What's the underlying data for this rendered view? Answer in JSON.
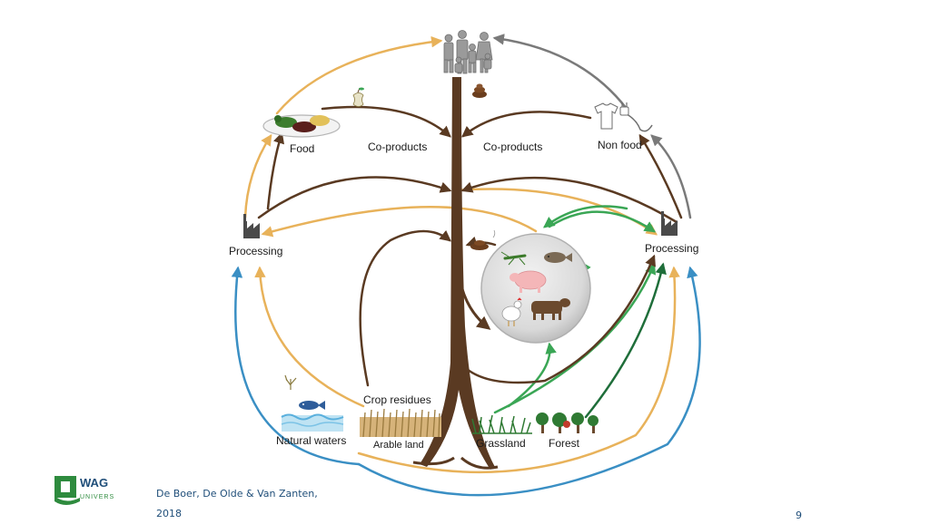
{
  "labels": {
    "food": "Food",
    "coproducts_left": "Co-products",
    "coproducts_right": "Co-products",
    "non_food": "Non food",
    "processing_left": "Processing",
    "processing_right": "Processing",
    "crop_residues": "Crop residues",
    "natural_waters": "Natural waters",
    "arable_land": "Arable land",
    "grassland": "Grassland",
    "forest": "Forest"
  },
  "footer": {
    "citation": "De Boer, De Olde & Van Zanten, 2018",
    "page_number": "9",
    "logo_text_top": "WAG",
    "logo_text_bottom": "UNIVERS"
  },
  "colors": {
    "brown": "#5a3a22",
    "orange": "#e8b25a",
    "green": "#3aa655",
    "dark_green": "#1f6e3a",
    "blue": "#3a8fc4",
    "gray": "#7a7a7a",
    "logo_green": "#2e8b3e",
    "text_blue": "#1f4e79"
  },
  "icons": [
    "people-icon",
    "manure-icon",
    "apple-core-icon",
    "food-plate-icon",
    "shirt-icon",
    "plug-icon",
    "factory-icon",
    "fish-icon",
    "coral-icon",
    "grain-icon",
    "grass-icon",
    "tree-icon",
    "cricket-icon",
    "tilapia-icon",
    "pig-icon",
    "chicken-icon",
    "cow-icon"
  ]
}
